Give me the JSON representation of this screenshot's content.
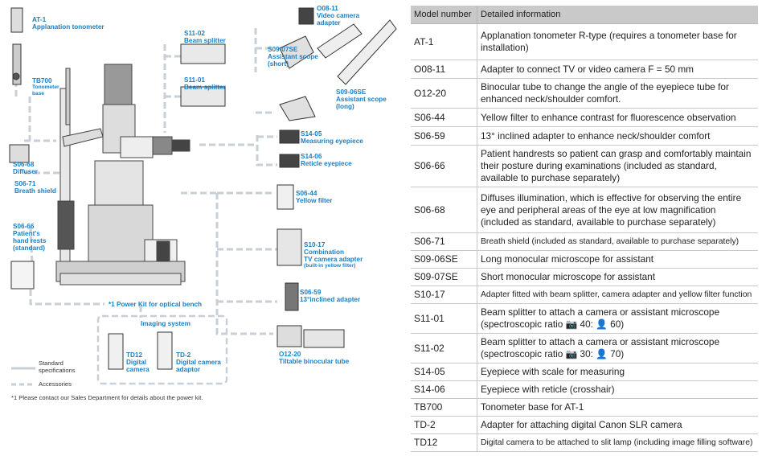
{
  "table": {
    "header_model": "Model number",
    "header_info": "Detailed information",
    "rows": [
      {
        "model": "AT-1",
        "info": "Applanation tonometer R-type (requires a tonometer base for installation)"
      },
      {
        "model": "O08-11",
        "info": "Adapter to connect TV or video camera  F = 50 mm"
      },
      {
        "model": "O12-20",
        "info": "Binocular tube to change the angle of the eyepiece tube for enhanced neck/shoulder comfort."
      },
      {
        "model": "S06-44",
        "info": "Yellow filter to enhance contrast for fluorescence observation"
      },
      {
        "model": "S06-59",
        "info": "13° inclined adapter to enhance neck/shoulder comfort"
      },
      {
        "model": "S06-66",
        "info": "Patient handrests so patient can grasp and comfortably maintain their posture during examinations (included as standard, available to purchase separately)"
      },
      {
        "model": "S06-68",
        "info": "Diffuses illumination, which is effective for observing the entire eye and peripheral areas of the eye at low magnification (included as standard, available to purchase separately)"
      },
      {
        "model": "S06-71",
        "info": "Breath shield (included as standard, available to purchase separately)"
      },
      {
        "model": "S09-06SE",
        "info": "Long monocular microscope for assistant"
      },
      {
        "model": "S09-07SE",
        "info": "Short monocular microscope for assistant"
      },
      {
        "model": "S10-17",
        "info": "Adapter fitted with beam splitter, camera adapter and yellow filter function"
      },
      {
        "model": "S11-01",
        "info": "Beam splitter to attach a camera or assistant microscope (spectroscopic ratio 📷 40: 👤 60)"
      },
      {
        "model": "S11-02",
        "info": "Beam splitter to attach a camera or assistant microscope (spectroscopic ratio 📷 30: 👤 70)"
      },
      {
        "model": "S14-05",
        "info": "Eyepiece with scale for measuring"
      },
      {
        "model": "S14-06",
        "info": "Eyepiece with reticle (crosshair)"
      },
      {
        "model": "TB700",
        "info": "Tonometer base for AT-1"
      },
      {
        "model": "TD-2",
        "info": "Adapter for attaching digital Canon SLR camera"
      },
      {
        "model": "TD12",
        "info": "Digital camera to be attached to slit lamp (including image filling software)"
      }
    ]
  },
  "diagram": {
    "at1": {
      "code": "AT-1",
      "text": "Applanation tonometer"
    },
    "tb700": {
      "code": "TB700",
      "text1": "Tonometer",
      "text2": "base"
    },
    "s0668": {
      "code": "S06-68",
      "text": "Diffuser"
    },
    "s0671": {
      "code": "S06-71",
      "text": "Breath shield"
    },
    "s0666": {
      "code": "S06-66",
      "text1": "Patient's",
      "text2": "hand rests",
      "text3": "(standard)"
    },
    "s1102": {
      "code": "S11-02",
      "text": "Beam splitter"
    },
    "s1101": {
      "code": "S11-01",
      "text": "Beam splitter"
    },
    "o0811": {
      "code": "O08-11",
      "text1": "Video camera",
      "text2": "adapter"
    },
    "s0907": {
      "code": "S09-07SE",
      "text1": "Assistant scope",
      "text2": "(short)"
    },
    "s0906": {
      "code": "S09-06SE",
      "text1": "Assistant scope",
      "text2": "(long)"
    },
    "s1405": {
      "code": "S14-05",
      "text": "Measuring eyepiece"
    },
    "s1406": {
      "code": "S14-06",
      "text": "Reticle eyepiece"
    },
    "s0644": {
      "code": "S06-44",
      "text": "Yellow filter"
    },
    "s1017": {
      "code": "S10-17",
      "text1": "Combination",
      "text2": "TV camera adapter",
      "text3": "(built-in yellow filter)"
    },
    "s0659": {
      "code": "S06-59",
      "text": "13°inclined adapter"
    },
    "o1220": {
      "code": "O12-20",
      "text": "Tiltable binocular tube"
    },
    "power": "*1 Power Kit for optical bench",
    "imaging_title": "Imaging system",
    "td12": {
      "code": "TD12",
      "text1": "Digital",
      "text2": "camera"
    },
    "td2": {
      "code": "TD-2",
      "text1": "Digital camera",
      "text2": "adaptor"
    },
    "legend_standard1": "Standard",
    "legend_standard2": "specifications",
    "legend_accessories": "Accessories",
    "footnote": "*1 Please contact our Sales Department for details about the power kit.",
    "accent_color": "#1a7fc4",
    "line_color": "#c9cfd6"
  }
}
